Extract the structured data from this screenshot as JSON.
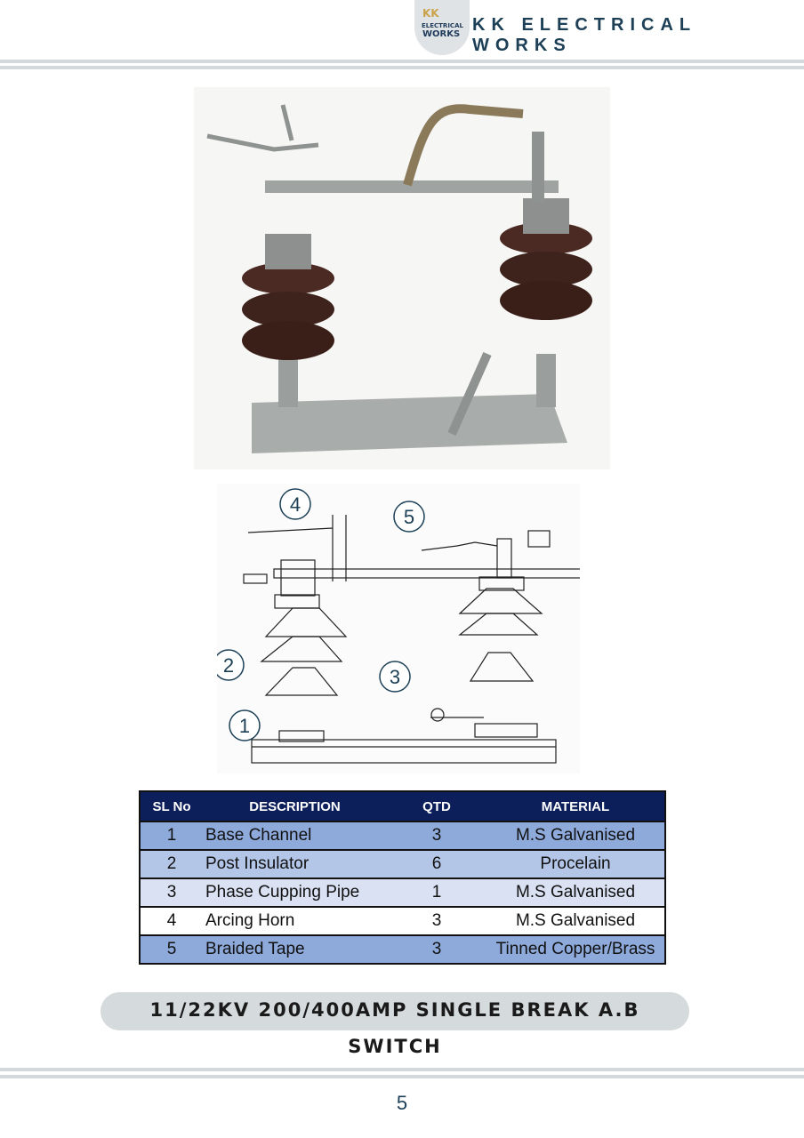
{
  "header": {
    "company": "KK ELECTRICAL WORKS",
    "logo_text": {
      "kk": "KK",
      "line1": "ELECTRICAL",
      "line2": "WORKS"
    }
  },
  "diagram_labels": [
    "1",
    "2",
    "3",
    "4",
    "5"
  ],
  "table": {
    "headers": [
      "SL No",
      "DESCRIPTION",
      "QTD",
      "MATERIAL"
    ],
    "rows": [
      {
        "sl": "1",
        "description": "Base Channel",
        "qtd": "3",
        "material": "M.S Galvanised",
        "bg": "#8eaadb"
      },
      {
        "sl": "2",
        "description": "Post Insulator",
        "qtd": "6",
        "material": "Procelain",
        "bg": "#b4c6e7"
      },
      {
        "sl": "3",
        "description": "Phase Cupping Pipe",
        "qtd": "1",
        "material": "M.S Galvanised",
        "bg": "#d9e1f2"
      },
      {
        "sl": "4",
        "description": "Arcing Horn",
        "qtd": "3",
        "material": "M.S Galvanised",
        "bg": "#ffffff"
      },
      {
        "sl": "5",
        "description": "Braided Tape",
        "qtd": "3",
        "material": "Tinned Copper/Brass",
        "bg": "#8eaadb"
      }
    ]
  },
  "product_title": "11/22KV 200/400AMP SINGLE BREAK A.B SWITCH",
  "page_number": "5"
}
